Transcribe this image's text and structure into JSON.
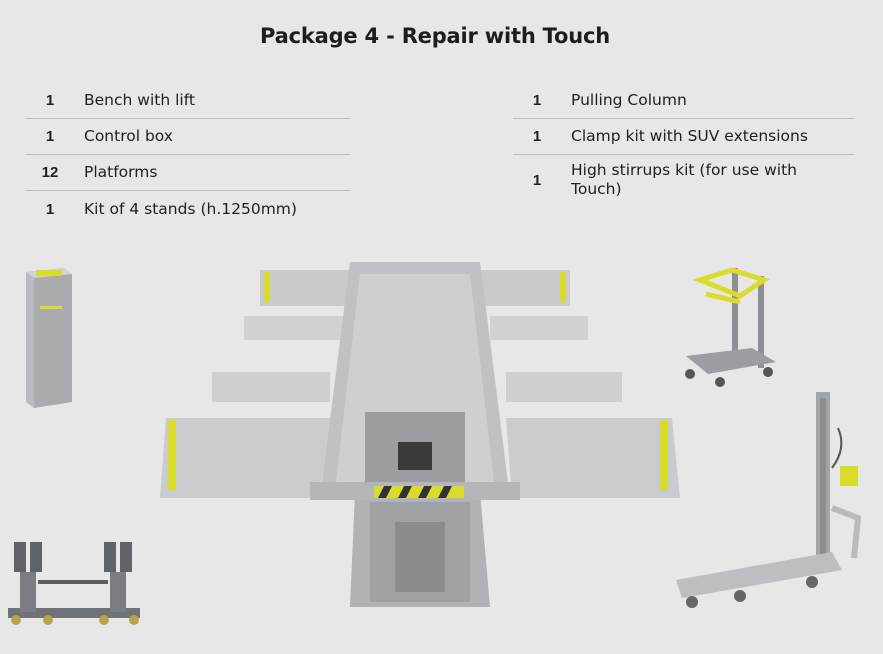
{
  "title": "Package 4 - Repair with Touch",
  "left_items": [
    {
      "qty": "1",
      "label": "Bench with lift"
    },
    {
      "qty": "1",
      "label": "Control box"
    },
    {
      "qty": "12",
      "label": "Platforms"
    },
    {
      "qty": "1",
      "label": "Kit of 4 stands (h.1250mm)"
    }
  ],
  "right_items": [
    {
      "qty": "1",
      "label": "Pulling Column"
    },
    {
      "qty": "1",
      "label": "Clamp kit with SUV extensions"
    },
    {
      "qty": "1",
      "label": "High stirrups kit (for use with Touch)"
    }
  ],
  "colors": {
    "accent_yellow": "#d9dc2a",
    "metal": "#c4c6c9",
    "metal_dark": "#8d9094",
    "background": "#e7e7e7"
  }
}
